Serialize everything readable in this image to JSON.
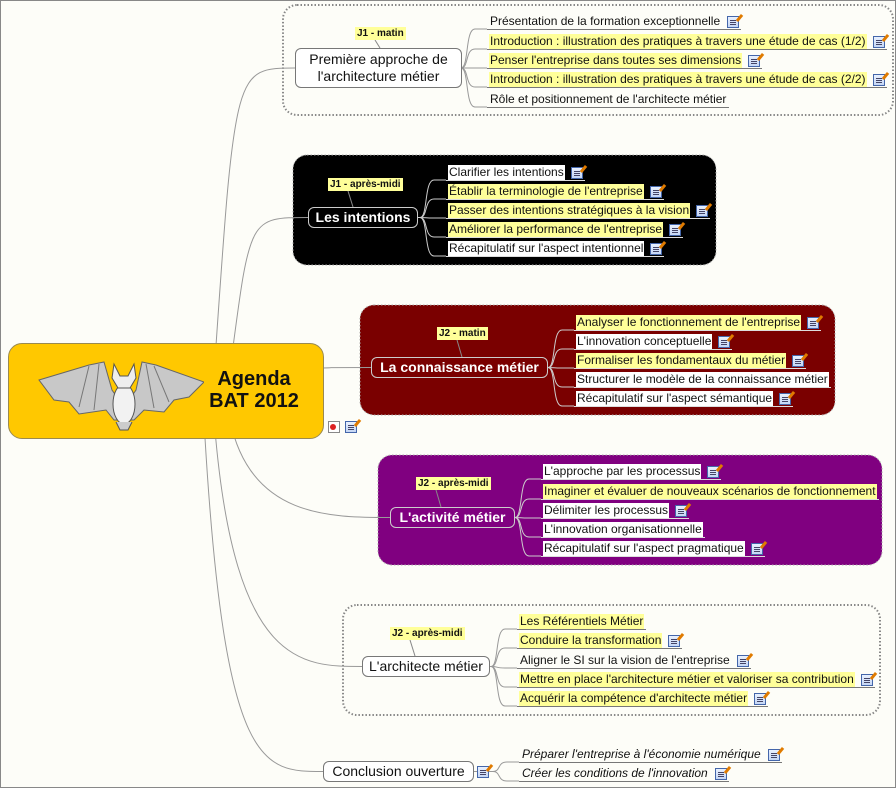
{
  "central": {
    "title_line1": "Agenda",
    "title_line2": "BAT 2012",
    "color": "#ffc800",
    "icons": [
      "pdf-attachment-icon",
      "note-icon"
    ]
  },
  "branches": [
    {
      "title": "Première approche de l'architecture métier",
      "label": "J1 - matin",
      "style": "white",
      "children": [
        {
          "text": "Présentation de la formation exceptionnelle",
          "highlight": false,
          "note": true
        },
        {
          "text": "Introduction : illustration des pratiques à travers une étude de cas (1/2)",
          "highlight": true,
          "note": true
        },
        {
          "text": "Penser l'entreprise dans toutes ses dimensions",
          "highlight": true,
          "note": true
        },
        {
          "text": "Introduction : illustration des pratiques à travers une étude de cas (2/2)",
          "highlight": true,
          "note": true
        },
        {
          "text": "Rôle et positionnement de l'architecte métier",
          "highlight": false,
          "note": false
        }
      ]
    },
    {
      "title": "Les intentions",
      "label": "J1 - après-midi",
      "style": "black",
      "color": "#000000",
      "children": [
        {
          "text": "Clarifier les intentions",
          "highlight": false,
          "note": true
        },
        {
          "text": "Établir la terminologie de l'entreprise",
          "highlight": true,
          "note": true
        },
        {
          "text": "Passer des intentions stratégiques à la vision",
          "highlight": true,
          "note": true
        },
        {
          "text": "Améliorer la performance de l'entreprise",
          "highlight": true,
          "note": true
        },
        {
          "text": "Récapitulatif sur l'aspect intentionnel",
          "highlight": false,
          "note": true
        }
      ]
    },
    {
      "title": "La connaissance métier",
      "label": "J2 - matin",
      "style": "red",
      "color": "#7a0000",
      "children": [
        {
          "text": "Analyser le fonctionnement de l'entreprise",
          "highlight": true,
          "note": true
        },
        {
          "text": "L'innovation conceptuelle",
          "highlight": false,
          "note": true
        },
        {
          "text": "Formaliser les fondamentaux du métier",
          "highlight": true,
          "note": true
        },
        {
          "text": "Structurer le modèle de la connaissance métier",
          "highlight": false,
          "note": false
        },
        {
          "text": "Récapitulatif sur l'aspect sémantique",
          "highlight": false,
          "note": true
        }
      ]
    },
    {
      "title": "L'activité métier",
      "label": "J2 - après-midi",
      "style": "purple",
      "color": "#800080",
      "children": [
        {
          "text": "L'approche par les processus",
          "highlight": false,
          "note": true
        },
        {
          "text": "Imaginer et évaluer de nouveaux scénarios de fonctionnement",
          "highlight": true,
          "note": false
        },
        {
          "text": "Délimiter les processus",
          "highlight": false,
          "note": true
        },
        {
          "text": "L'innovation organisationnelle",
          "highlight": false,
          "note": false
        },
        {
          "text": "Récapitulatif sur l'aspect pragmatique",
          "highlight": false,
          "note": true
        }
      ]
    },
    {
      "title": "L'architecte métier",
      "label": "J2 - après-midi",
      "style": "white",
      "children": [
        {
          "text": "Les Référentiels Métier",
          "highlight": true,
          "note": false
        },
        {
          "text": "Conduire la transformation",
          "highlight": true,
          "note": true
        },
        {
          "text": "Aligner le SI sur la vision de l'entreprise",
          "highlight": false,
          "note": true
        },
        {
          "text": "Mettre en place l'architecture métier et valoriser sa contribution",
          "highlight": true,
          "note": true
        },
        {
          "text": "Acquérir la compétence d'architecte métier",
          "highlight": true,
          "note": true
        }
      ]
    },
    {
      "title": "Conclusion ouverture",
      "label": "",
      "style": "white",
      "note": true,
      "italic_children": true,
      "children": [
        {
          "text": "Préparer l'entreprise à l'économie numérique",
          "highlight": false,
          "note": true
        },
        {
          "text": "Créer les conditions de l'innovation",
          "highlight": false,
          "note": true
        }
      ]
    }
  ]
}
